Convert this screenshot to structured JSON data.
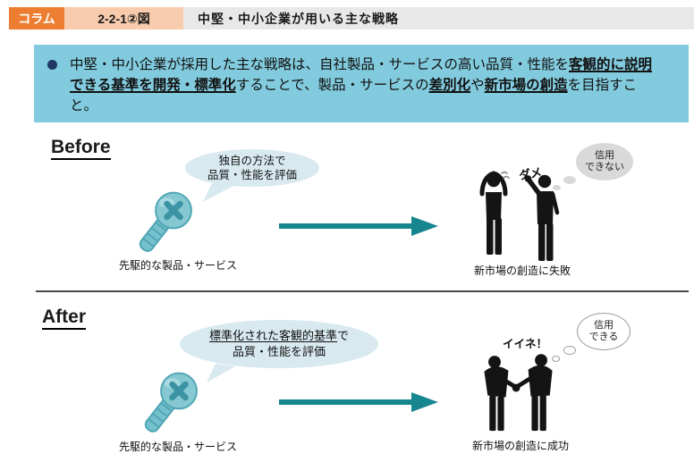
{
  "header": {
    "column_label": "コラム",
    "figure_number": "2-2-1②図",
    "title": "中堅・中小企業が用いる主な戦略"
  },
  "summary": {
    "segments": [
      {
        "t": "中堅・中小企業が採用した主な戦略は、自社製品・サービスの高い品質・性能を",
        "bold": false,
        "underline": false
      },
      {
        "t": "客観的に説明できる基準を開発・標準化",
        "bold": true,
        "underline": true
      },
      {
        "t": "することで、製品・サービスの",
        "bold": false,
        "underline": false
      },
      {
        "t": "差別化",
        "bold": true,
        "underline": true
      },
      {
        "t": "や",
        "bold": false,
        "underline": false
      },
      {
        "t": "新市場の創造",
        "bold": true,
        "underline": true
      },
      {
        "t": "を目指すこと。",
        "bold": false,
        "underline": false
      }
    ]
  },
  "before": {
    "heading": "Before",
    "bubble_line1": "独自の方法で",
    "bubble_line2": "品質・性能を評価",
    "product_caption": "先駆的な製品・サービス",
    "reaction_label": "ダメ",
    "thought_line1": "信用",
    "thought_line2": "できない",
    "result_caption": "新市場の創造に失敗"
  },
  "after": {
    "heading": "After",
    "bubble_line1_underlined": "標準化された客観的基準",
    "bubble_line1_rest": "で",
    "bubble_line2": "品質・性能を評価",
    "product_caption": "先駆的な製品・サービス",
    "reaction_label": "イイネ！",
    "thought_line1": "信用",
    "thought_line2": "できる",
    "result_caption": "新市場の創造に成功"
  },
  "colors": {
    "accent_orange": "#ED7D31",
    "peach": "#F8CBAD",
    "header_gray": "#E9E8E8",
    "summary_blue": "#82CBDE",
    "bullet_navy": "#1F3864",
    "speech_bubble_blue": "#D8E9F0",
    "arrow_teal": "#18868F",
    "screw_teal": "#85C8D2",
    "thought_gray": "#D9D9D9"
  }
}
